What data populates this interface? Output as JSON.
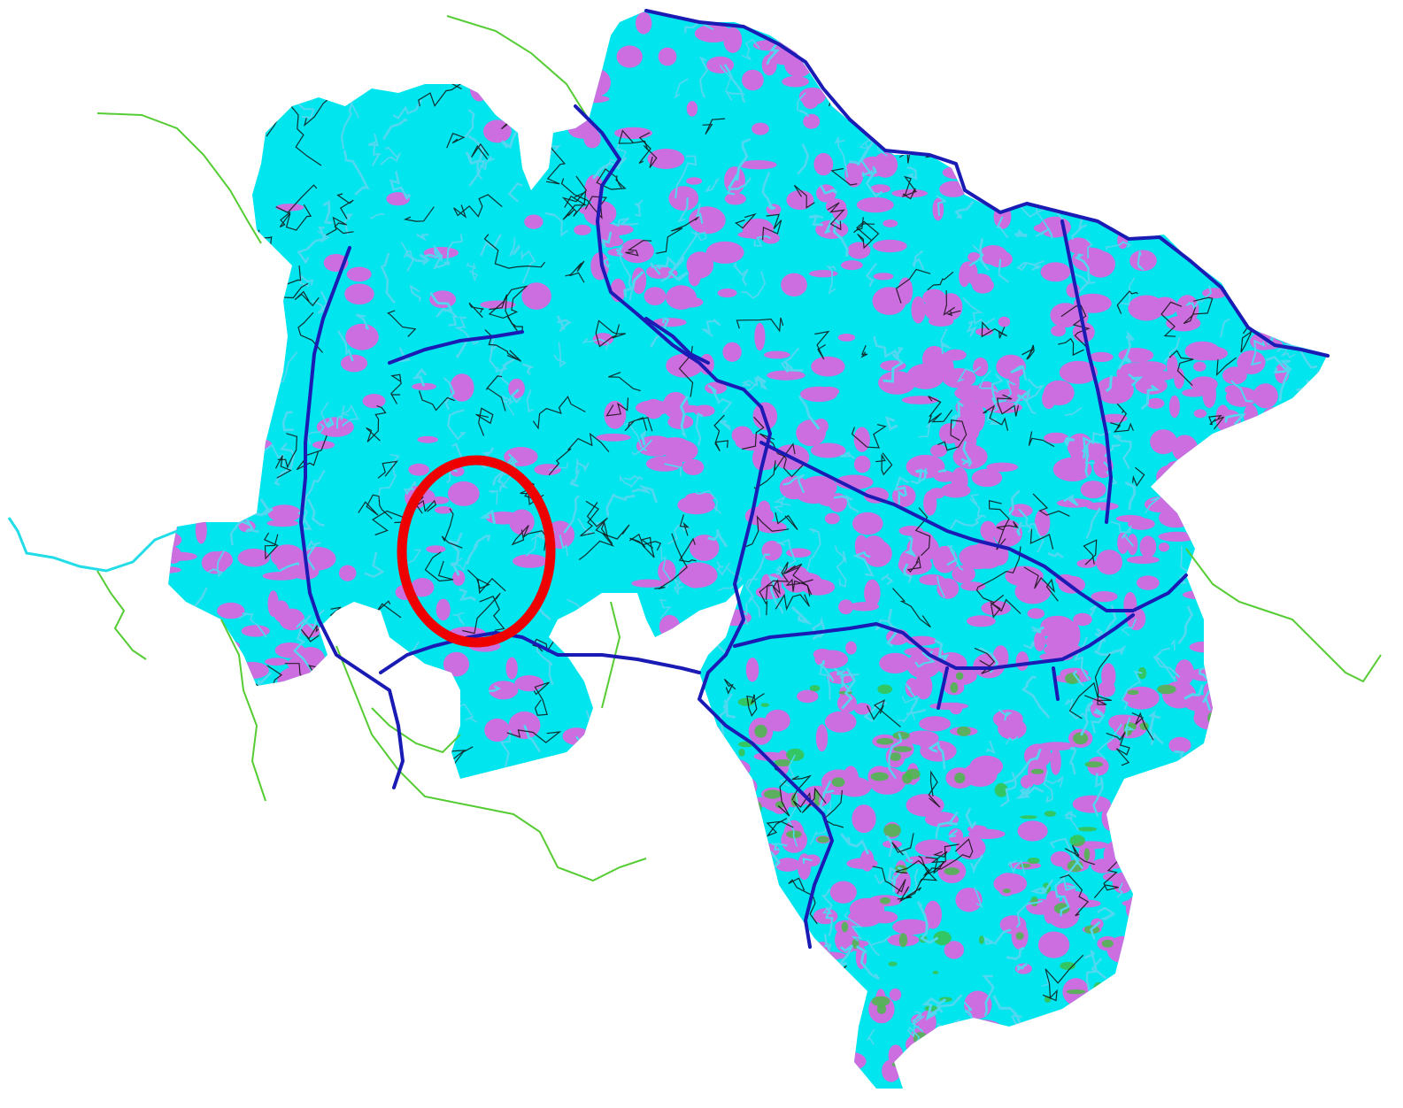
{
  "colors": {
    "background": "#ffffff",
    "land_primary": "#00e5ee",
    "land_secondary": "#cc6ee0",
    "land_green": "#3fbf3f",
    "stream_light": "#4fd8f0",
    "stream_dark": "#111111",
    "major_river": "#1a1ab4",
    "outside_river_green": "#55cc33",
    "outside_river_cyan": "#22dde8",
    "highlight_ring": "#ee0000"
  },
  "layers": [
    {
      "id": "land-mask",
      "icon": "region-fill-icon"
    },
    {
      "id": "secondary-land",
      "icon": "mottled-fill-icon"
    },
    {
      "id": "minor-streams",
      "icon": "stream-network-icon"
    },
    {
      "id": "catchment-boundaries",
      "icon": "boundary-line-icon"
    },
    {
      "id": "major-rivers",
      "icon": "river-icon"
    },
    {
      "id": "external-rivers",
      "icon": "external-river-icon"
    }
  ],
  "highlight": {
    "shape": "ellipse",
    "icon": "highlight-ring-icon"
  }
}
